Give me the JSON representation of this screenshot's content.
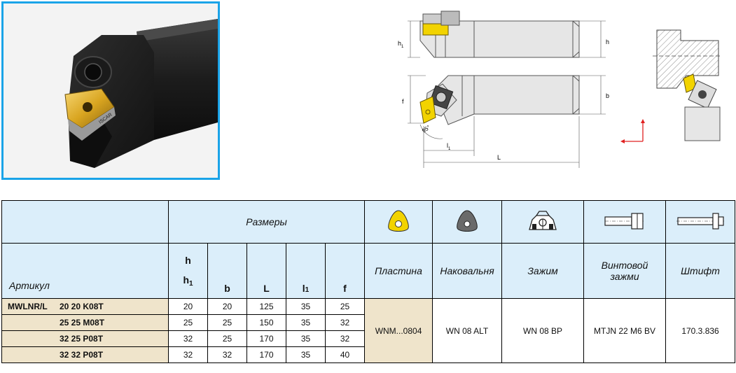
{
  "drawing": {
    "dim_h1": "h",
    "dim_h1_sub": "1",
    "dim_h": "h",
    "dim_f": "f",
    "dim_b": "b",
    "dim_l1": "l",
    "dim_l1_sub": "1",
    "dim_L": "L",
    "angle": "95°"
  },
  "table": {
    "header_dimensions": "Размеры",
    "header_artikul": "Артикул",
    "col_h": "h",
    "col_h1": "h",
    "col_h1_sub": "1",
    "col_b": "b",
    "col_L": "L",
    "col_l1": "l",
    "col_l1_sub": "1",
    "col_f": "f",
    "col_insert": "Пластина",
    "col_anvil": "Наковальня",
    "col_clamp": "Зажим",
    "col_screw": "Винтовой зажми",
    "col_pin": "Штифт",
    "series_prefix": "MWLNR/L",
    "rows": [
      {
        "code": "20 20 K08T",
        "h1": "20",
        "b": "20",
        "L": "125",
        "l1": "35",
        "f": "25"
      },
      {
        "code": "25 25 M08T",
        "h1": "25",
        "b": "25",
        "L": "150",
        "l1": "35",
        "f": "32"
      },
      {
        "code": "32 25 P08T",
        "h1": "32",
        "b": "25",
        "L": "170",
        "l1": "35",
        "f": "32"
      },
      {
        "code": "32 32 P08T",
        "h1": "32",
        "b": "32",
        "L": "170",
        "l1": "35",
        "f": "40"
      }
    ],
    "insert": "WNM...0804",
    "anvil": "WN 08 ALT",
    "clamp": "WN 08 BP",
    "screw": "MTJN 22 M6 BV",
    "pin": "170.3.836"
  },
  "colors": {
    "frame_blue": "#1aa3e8",
    "header_blue": "#dbeefa",
    "beige": "#efe4cb",
    "insert_gold": "#f2d300",
    "arrow_red": "#e02020"
  }
}
